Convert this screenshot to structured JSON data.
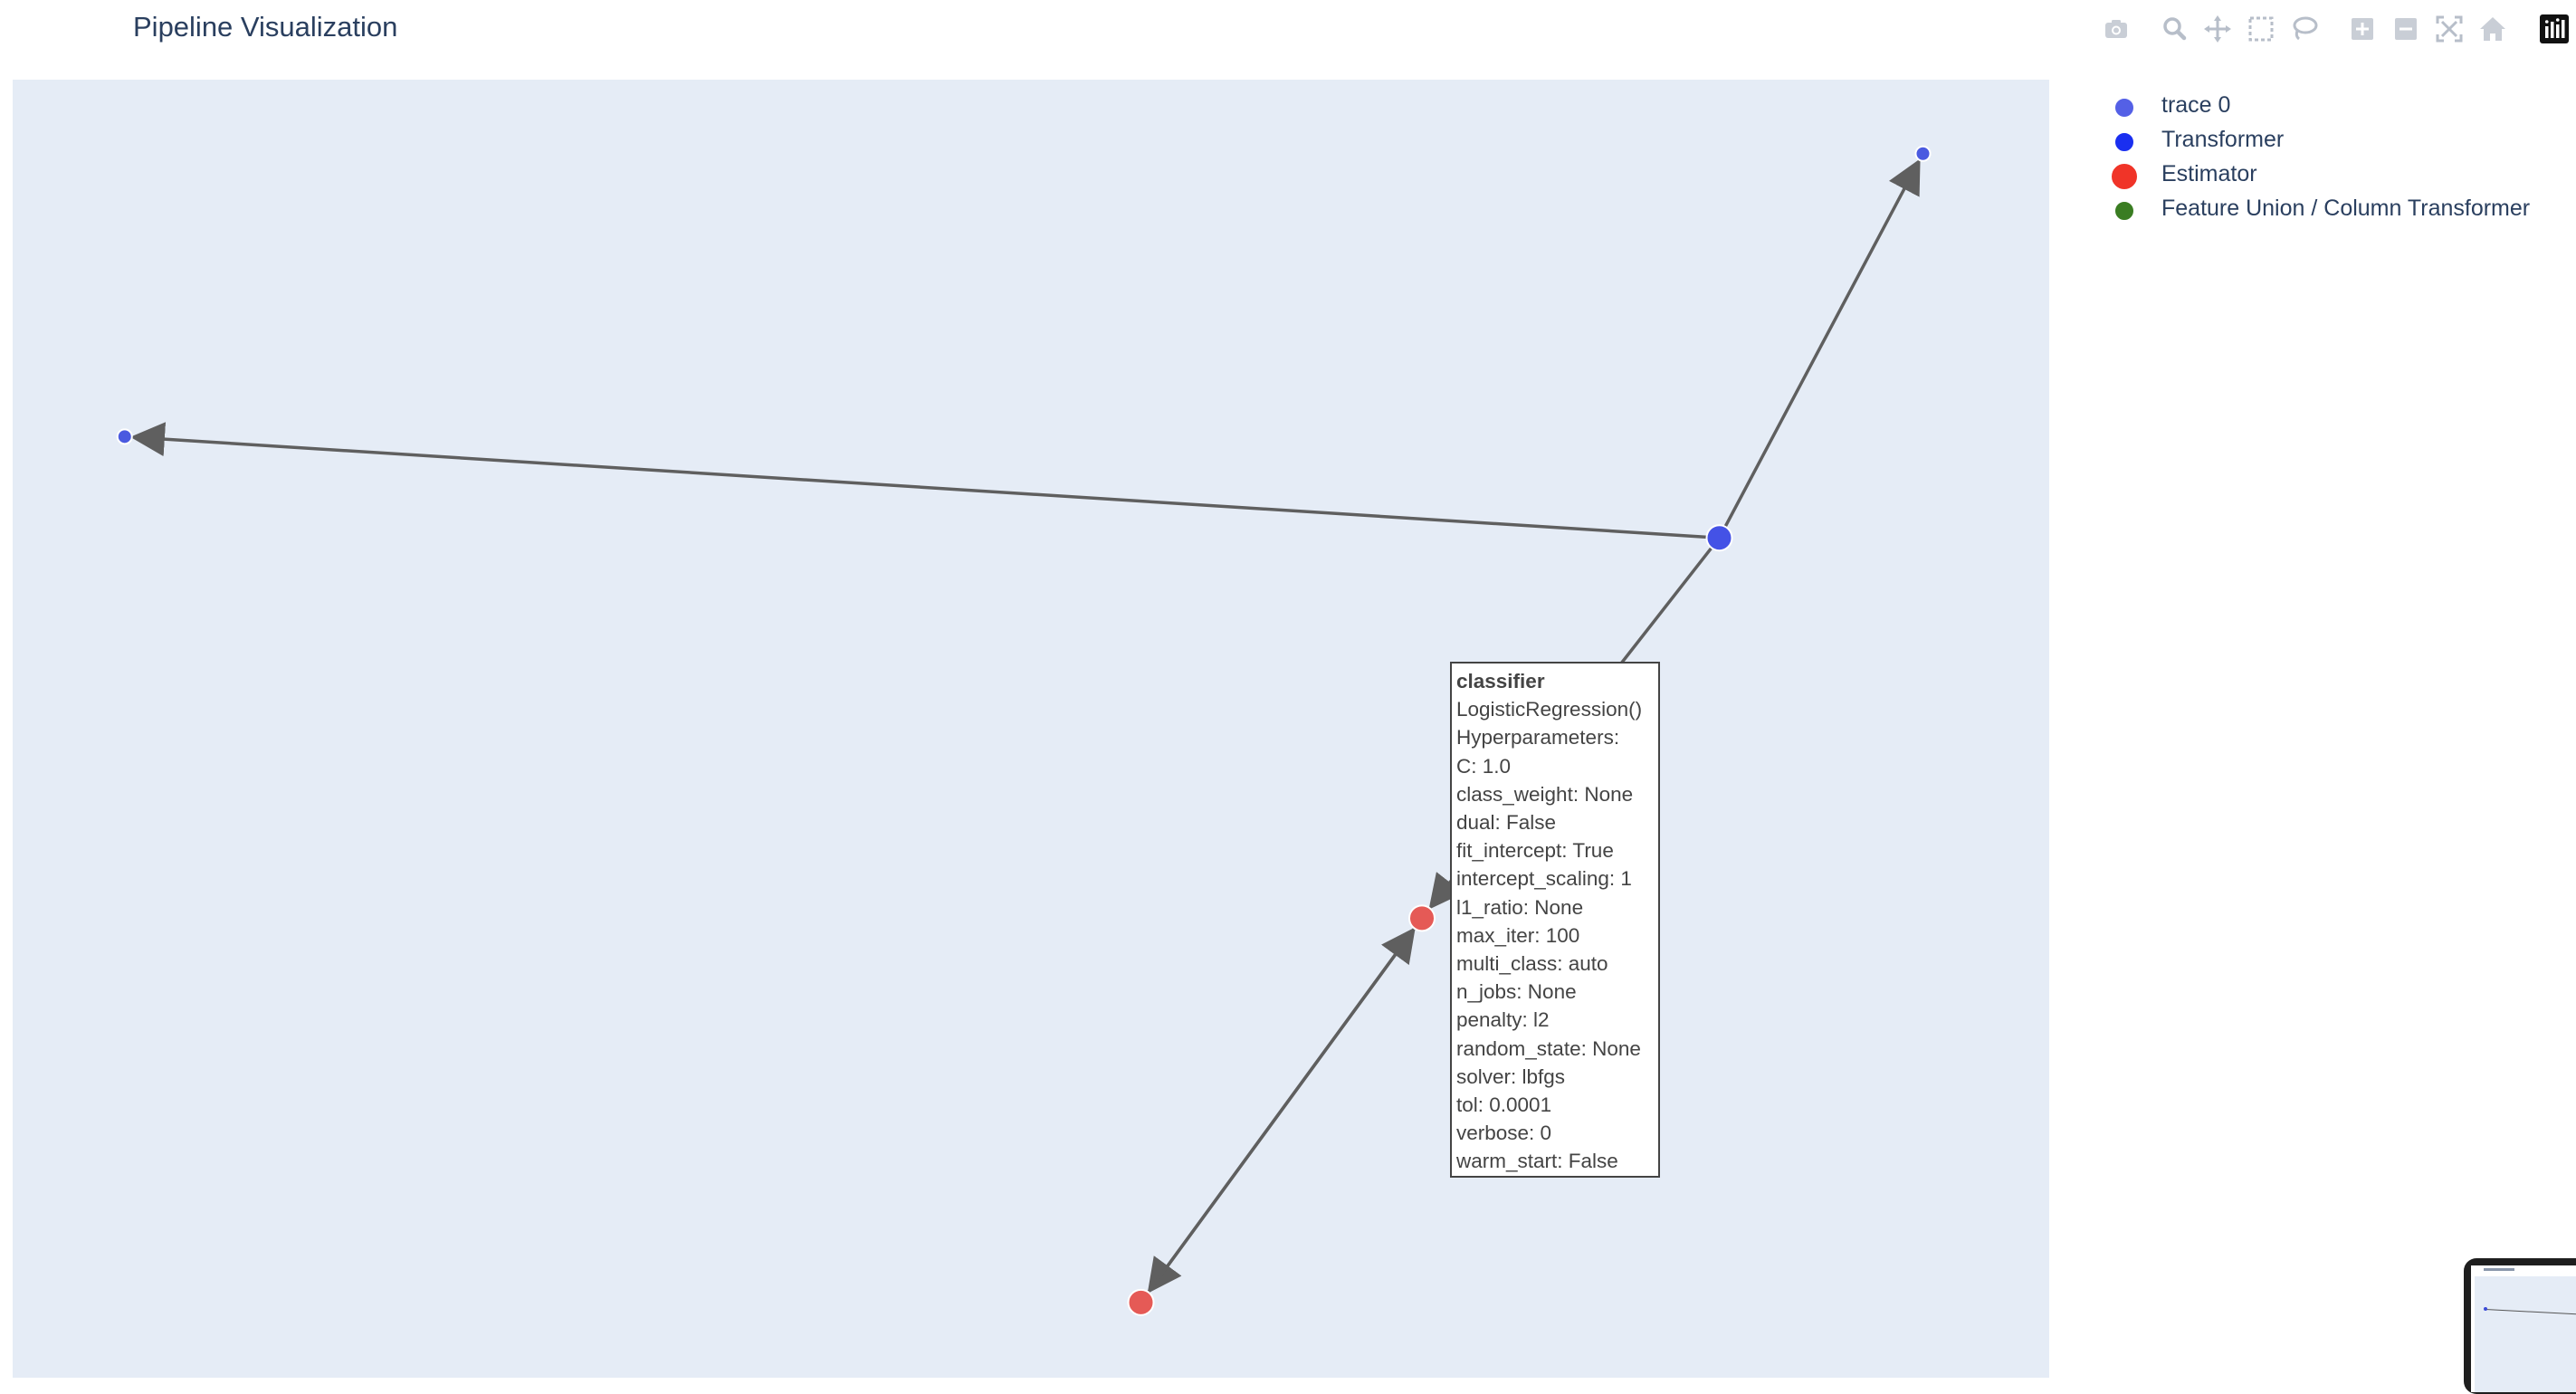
{
  "title": "Pipeline Visualization",
  "modebar": {
    "buttons": [
      {
        "name": "camera-icon",
        "label": "Download plot as a png"
      },
      {
        "name": "zoom-icon",
        "label": "Zoom"
      },
      {
        "name": "pan-icon",
        "label": "Pan"
      },
      {
        "name": "box-select-icon",
        "label": "Box Select"
      },
      {
        "name": "lasso-select-icon",
        "label": "Lasso Select"
      },
      {
        "name": "zoom-in-icon",
        "label": "Zoom in"
      },
      {
        "name": "zoom-out-icon",
        "label": "Zoom out"
      },
      {
        "name": "autoscale-icon",
        "label": "Autoscale"
      },
      {
        "name": "reset-axes-icon",
        "label": "Reset axes"
      },
      {
        "name": "plotly-logo-icon",
        "label": "Produced with Plotly"
      }
    ]
  },
  "legend": {
    "items": [
      {
        "label": "trace 0",
        "color": "#5460e6",
        "size": "small"
      },
      {
        "label": "Transformer",
        "color": "#1a2ff0",
        "size": "small"
      },
      {
        "label": "Estimator",
        "color": "#f03428",
        "size": "large"
      },
      {
        "label": "Feature Union / Column Transformer",
        "color": "#3a7d22",
        "size": "small"
      }
    ]
  },
  "hover": {
    "title": "classifier",
    "lines": [
      "LogisticRegression()",
      "Hyperparameters:",
      "C: 1.0",
      "class_weight: None",
      "dual: False",
      "fit_intercept: True",
      "intercept_scaling: 1",
      "l1_ratio: None",
      "max_iter: 100",
      "multi_class: auto",
      "n_jobs: None",
      "penalty: l2",
      "random_state: None",
      "solver: lbfgs",
      "tol: 0.0001",
      "verbose: 0",
      "warm_start: False"
    ]
  },
  "chart_data": {
    "type": "scatter",
    "title": "Pipeline Visualization",
    "xlabel": "",
    "ylabel": "",
    "grid": false,
    "show_axes": false,
    "xlim": [
      0,
      1
    ],
    "ylim": [
      0,
      1
    ],
    "legend_position": "top-right",
    "series": [
      {
        "name": "trace 0",
        "kind": "nodes",
        "color": "#5460e6"
      },
      {
        "name": "Transformer",
        "kind": "nodes",
        "color": "#1a2ff0"
      },
      {
        "name": "Estimator",
        "kind": "nodes",
        "color": "#f03428"
      },
      {
        "name": "Feature Union / Column Transformer",
        "kind": "nodes",
        "color": "#3a7d22"
      }
    ],
    "nodes": [
      {
        "id": "n1",
        "x": 0.055,
        "y": 0.725,
        "color": "#4a5ae0",
        "size": "small"
      },
      {
        "id": "n2",
        "x": 0.938,
        "y": 0.943,
        "color": "#4a5ae0",
        "size": "small"
      },
      {
        "id": "n3",
        "x": 0.838,
        "y": 0.647,
        "color": "#4452e6",
        "size": "medium"
      },
      {
        "id": "classifier",
        "x": 0.692,
        "y": 0.354,
        "color": "#e55a56",
        "size": "medium"
      },
      {
        "id": "n5",
        "x": 0.554,
        "y": 0.058,
        "color": "#e55a56",
        "size": "medium"
      }
    ],
    "edges": [
      {
        "from": "n3",
        "to": "n1"
      },
      {
        "from": "n3",
        "to": "n2"
      },
      {
        "from": "n3",
        "to": "classifier"
      },
      {
        "from": "classifier",
        "to": "n5"
      },
      {
        "from": "n5",
        "to": "classifier"
      }
    ]
  }
}
